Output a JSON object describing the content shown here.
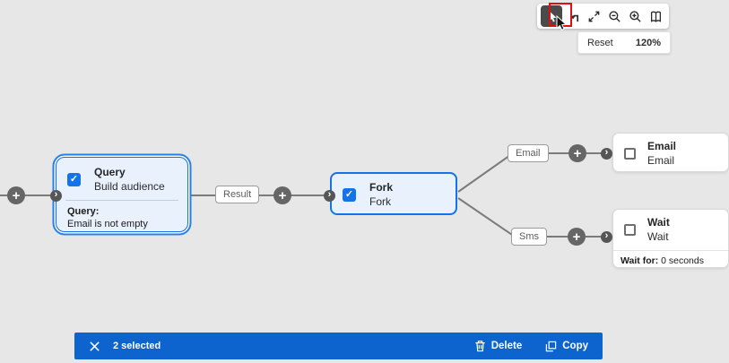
{
  "toolbar": {
    "tools": [
      {
        "id": "select",
        "icon": "cursor-icon",
        "active": true,
        "highlighted": true
      },
      {
        "id": "reorder-paths",
        "icon": "corner-arrow-icon",
        "active": false
      },
      {
        "id": "fit-view",
        "icon": "diagonal-arrows-icon",
        "active": false
      },
      {
        "id": "zoom-out",
        "icon": "magnifier-minus-icon",
        "active": false
      },
      {
        "id": "zoom-in",
        "icon": "magnifier-plus-icon",
        "active": false
      },
      {
        "id": "overview",
        "icon": "open-book-icon",
        "active": false
      }
    ],
    "reset_label": "Reset",
    "zoom_level": "120%"
  },
  "canvas": {
    "nodes": {
      "query": {
        "title": "Query",
        "subtitle": "Build audience",
        "checked": true,
        "selected": true,
        "footer_label": "Query:",
        "footer_value": "Email is not empty"
      },
      "fork": {
        "title": "Fork",
        "subtitle": "Fork",
        "checked": true,
        "selected": true
      },
      "email": {
        "title": "Email",
        "subtitle": "Email",
        "checked": false,
        "selected": false
      },
      "wait": {
        "title": "Wait",
        "subtitle": "Wait",
        "checked": false,
        "selected": false,
        "footer_label": "Wait for:",
        "footer_value": " 0 seconds"
      }
    },
    "edge_labels": {
      "result": "Result",
      "email": "Email",
      "sms": "Sms"
    },
    "glyphs": {
      "plus": "+",
      "chevron": "›",
      "check": "✓"
    }
  },
  "selection_bar": {
    "count_label": "2 selected",
    "delete_label": "Delete",
    "copy_label": "Copy"
  },
  "icons": {
    "select_tool": "cursor",
    "reorder_paths": "corner-arrow",
    "fit_view": "diagonal-arrows",
    "zoom_out": "magnifier-minus",
    "zoom_in": "magnifier-plus",
    "overview": "open-book",
    "close": "x-mark",
    "delete": "trash",
    "copy": "duplicate",
    "add_activity": "plus-circle",
    "node_port": "chevron-circle"
  },
  "colors": {
    "accent_blue": "#1473e6",
    "selected_node_bg": "#e8f1fc",
    "selection_bar_blue": "#0e64ce",
    "callout_red": "#dd1111",
    "connector_gray": "#666666",
    "canvas_bg": "#e7e7e7"
  }
}
